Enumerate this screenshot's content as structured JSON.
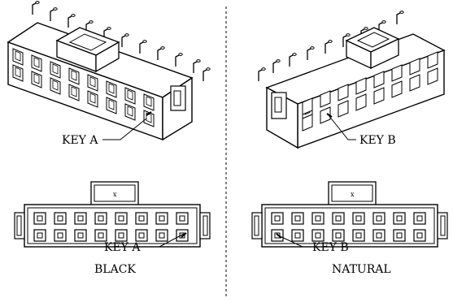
{
  "labels": {
    "key_a_top": "KEY A",
    "key_b_top": "KEY B",
    "key_a_bottom": "KEY A",
    "key_b_bottom": "KEY B",
    "caption_left": "BLACK",
    "caption_right": "NATURAL"
  },
  "connector": {
    "rows": 2,
    "columns": 8,
    "key_a_cavity": "row 2, column 8",
    "key_b_cavity": "row 2, column 1"
  },
  "colors": {
    "line": "#000000",
    "background": "#ffffff"
  }
}
